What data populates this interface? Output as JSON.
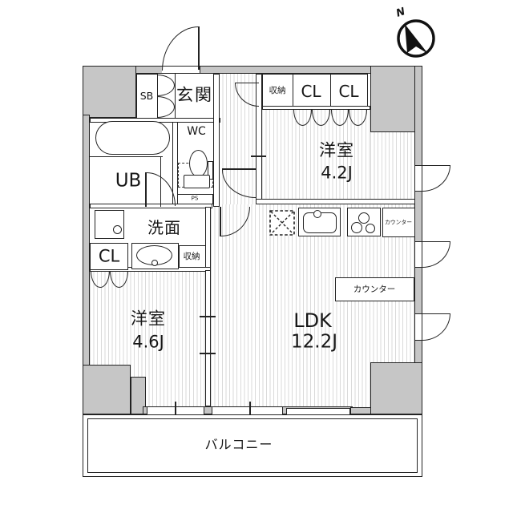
{
  "compass": {
    "north_label": "N"
  },
  "labels": {
    "sb": "SB",
    "genkan": "玄関",
    "storage_top": "収納",
    "cl_top_left": "CL",
    "cl_top_right": "CL",
    "bedroom1_name": "洋室",
    "bedroom1_size": "4.2J",
    "wc": "WC",
    "ub": "UB",
    "ps": "PS",
    "washroom": "洗面",
    "cl_west": "CL",
    "storage_mid": "収納",
    "bedroom2_name": "洋室",
    "bedroom2_size": "4.6J",
    "ldk_name": "LDK",
    "ldk_size": "12.2J",
    "counter_kitchen": "カウンター",
    "counter_island": "カウンター",
    "balcony": "バルコニー"
  },
  "colors": {
    "wall_fill": "#c6c6c6",
    "line": "#232323",
    "floor_stripe": "#dadada",
    "background": "#ffffff"
  }
}
